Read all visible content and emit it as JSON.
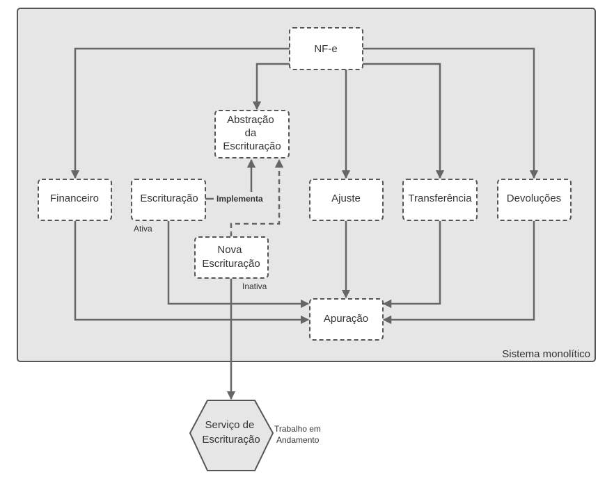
{
  "container": {
    "label": "Sistema monolítico"
  },
  "nodes": {
    "nfe": {
      "lines": [
        "NF-e"
      ]
    },
    "abstracao": {
      "lines": [
        "Abstração",
        "da",
        "Escrituração"
      ]
    },
    "financeiro": {
      "lines": [
        "Financeiro"
      ]
    },
    "escrituracao": {
      "lines": [
        "Escrituração"
      ]
    },
    "ajuste": {
      "lines": [
        "Ajuste"
      ]
    },
    "transferencia": {
      "lines": [
        "Transferência"
      ]
    },
    "devolucoes": {
      "lines": [
        "Devoluções"
      ]
    },
    "nova_escrituracao": {
      "lines": [
        "Nova",
        "Escrituração"
      ]
    },
    "apuracao": {
      "lines": [
        "Apuração"
      ]
    },
    "servico": {
      "lines": [
        "Serviço de",
        "Escrituração"
      ]
    }
  },
  "edge_labels": {
    "implementa": "Implementa",
    "ativa": "Ativa",
    "inativa": "Inativa",
    "trabalho": [
      "Trabalho em",
      "Andamento"
    ]
  },
  "colors": {
    "container_fill": "#e6e6e6",
    "border": "#555555",
    "edge": "#666666",
    "node_fill": "#ffffff"
  }
}
